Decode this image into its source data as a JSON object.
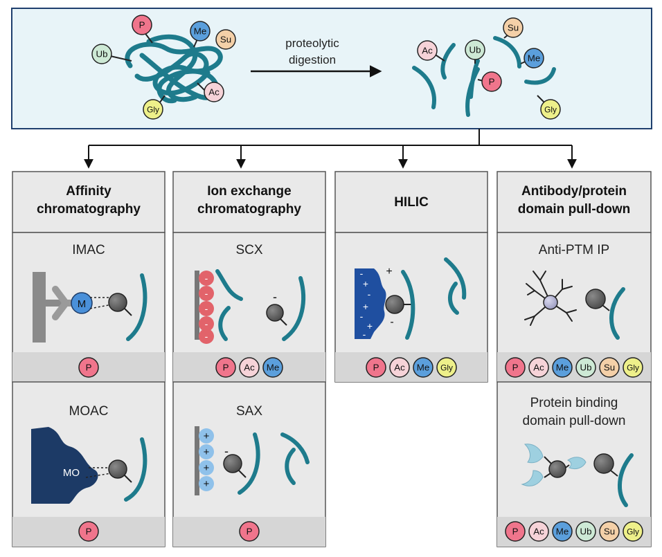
{
  "top": {
    "arrow_label_line1": "proteolytic",
    "arrow_label_line2": "digestion"
  },
  "colors": {
    "peptide": "#1e7b8c",
    "panel_bg": "#e9e9e9",
    "strip_bg": "#d6d6d6",
    "top_bg": "#e8f4f8",
    "top_border": "#1f3f6e",
    "navy": "#1c3a66",
    "metal_blue": "#4a90d9",
    "scx_red": "#e2636a",
    "sax_blue": "#8fc1ea",
    "hilic_blue": "#1f4fa0"
  },
  "ptm": {
    "P": {
      "label": "P",
      "color": "#f0758c"
    },
    "Ac": {
      "label": "Ac",
      "color": "#f6d3d8"
    },
    "Me": {
      "label": "Me",
      "color": "#5b9fdc"
    },
    "Ub": {
      "label": "Ub",
      "color": "#cde9d5"
    },
    "Su": {
      "label": "Su",
      "color": "#f4d0a8"
    },
    "Gly": {
      "label": "Gly",
      "color": "#eef08a"
    }
  },
  "columns": {
    "affinity": {
      "header_line1": "Affinity",
      "header_line2": "chromatography"
    },
    "ion": {
      "header_line1": "Ion exchange",
      "header_line2": "chromatography"
    },
    "hilic": {
      "header": "HILIC"
    },
    "antibody": {
      "header_line1": "Antibody/protein",
      "header_line2": "domain pull-down"
    }
  },
  "panels": {
    "imac": {
      "title": "IMAC",
      "metal_label": "M"
    },
    "moac": {
      "title": "MOAC",
      "oxide_label": "MO"
    },
    "scx": {
      "title": "SCX",
      "charge": "-"
    },
    "sax": {
      "title": "SAX",
      "charge": "-"
    },
    "hilic": {
      "plus": "+",
      "minus": "-"
    },
    "anti_ptm": {
      "title": "Anti-PTM IP"
    },
    "pbd": {
      "title_line1": "Protein binding",
      "title_line2": "domain pull-down"
    }
  },
  "strips": {
    "imac": [
      "P"
    ],
    "moac": [
      "P"
    ],
    "scx": [
      "P",
      "Ac",
      "Me"
    ],
    "sax": [
      "P"
    ],
    "hilic": [
      "P",
      "Ac",
      "Me",
      "Gly"
    ],
    "anti_ptm": [
      "P",
      "Ac",
      "Me",
      "Ub",
      "Su",
      "Gly"
    ],
    "pbd": [
      "P",
      "Ac",
      "Me",
      "Ub",
      "Su",
      "Gly"
    ]
  }
}
